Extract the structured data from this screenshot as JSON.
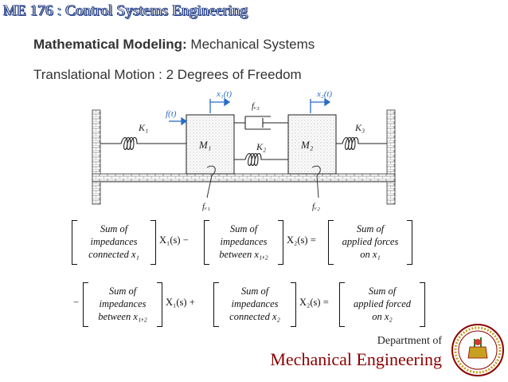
{
  "header": {
    "course": "ME 176 :  Control Systems Engineering"
  },
  "slide": {
    "title_bold": "Mathematical Modeling:",
    "title_rest": " Mechanical Systems",
    "subtitle": "Translational Motion : 2 Degrees of Freedom"
  },
  "diagram": {
    "labels": {
      "x1": "x₁(t)",
      "x2": "x₂(t)",
      "force": "f(t)",
      "fv3": "fᵥ₃",
      "K1": "K₁",
      "K2": "K₂",
      "K3": "K₃",
      "M1": "M₁",
      "M2": "M₂",
      "fv1": "fᵥ₁",
      "fv2": "fᵥ₂"
    }
  },
  "equations": {
    "eq1": {
      "a": [
        "Sum of",
        "impedances",
        "connected x₁"
      ],
      "op1": "X₁(s) −",
      "b": [
        "Sum of",
        "impedances",
        "between x₁,₂"
      ],
      "op2": "X₂(s) =",
      "c": [
        "Sum of",
        "applied forces",
        "on x₁"
      ]
    },
    "eq2": {
      "lead": "−",
      "a": [
        "Sum of",
        "impedances",
        "between x₁,₂"
      ],
      "op1": "X₁(s) +",
      "b": [
        "Sum of",
        "impedances",
        "connected x₂"
      ],
      "op2": "X₂(s) =",
      "c": [
        "Sum of",
        "applied forced",
        "on x₂"
      ]
    }
  },
  "footer": {
    "dept_line1": "Department of",
    "dept_line2": "Mechanical Engineering"
  },
  "colors": {
    "header_outline": "#1e3a8a",
    "dept": "#8b0000",
    "arrow": "#2b6cc4"
  }
}
